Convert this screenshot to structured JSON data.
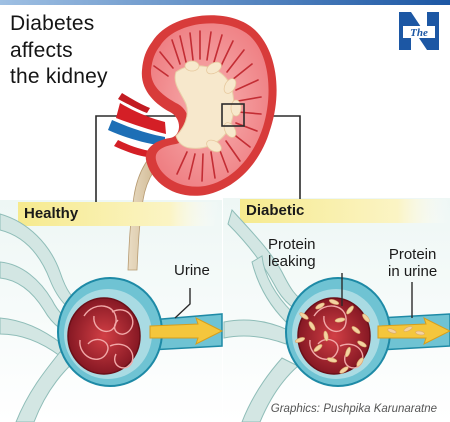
{
  "title_lines": [
    "Diabetes",
    "affects",
    "the kidney"
  ],
  "panels": {
    "healthy": {
      "banner": "Healthy"
    },
    "diabetic": {
      "banner": "Diabetic"
    }
  },
  "labels": {
    "urine": "Urine",
    "protein_leaking": [
      "Protein",
      "leaking"
    ],
    "protein_in_urine": [
      "Protein",
      "in urine"
    ]
  },
  "credit": "Graphics: Pushpika Karunaratne",
  "logo_text": "The",
  "logo_icon": "N-masthead-icon",
  "colors": {
    "top_bar": "#1c57a4",
    "kidney_capsule": "#d83b3a",
    "kidney_cortex": "#f39396",
    "kidney_pelvis": "#f7e8cc",
    "medulla_lines": "#c32d34",
    "ureter": "#d9c6a6",
    "artery": "#d41f26",
    "vein": "#1d6fb6",
    "banner_yellow": "#f6ea8e",
    "capsule_teal": "#6fc3d3",
    "capsule_teal_dark": "#1e8aa6",
    "tubule_pale": "#d3e6e3",
    "glomerulus": "#9e1f28",
    "arrow": "#f4c63c",
    "protein": "#f3d3a1"
  }
}
